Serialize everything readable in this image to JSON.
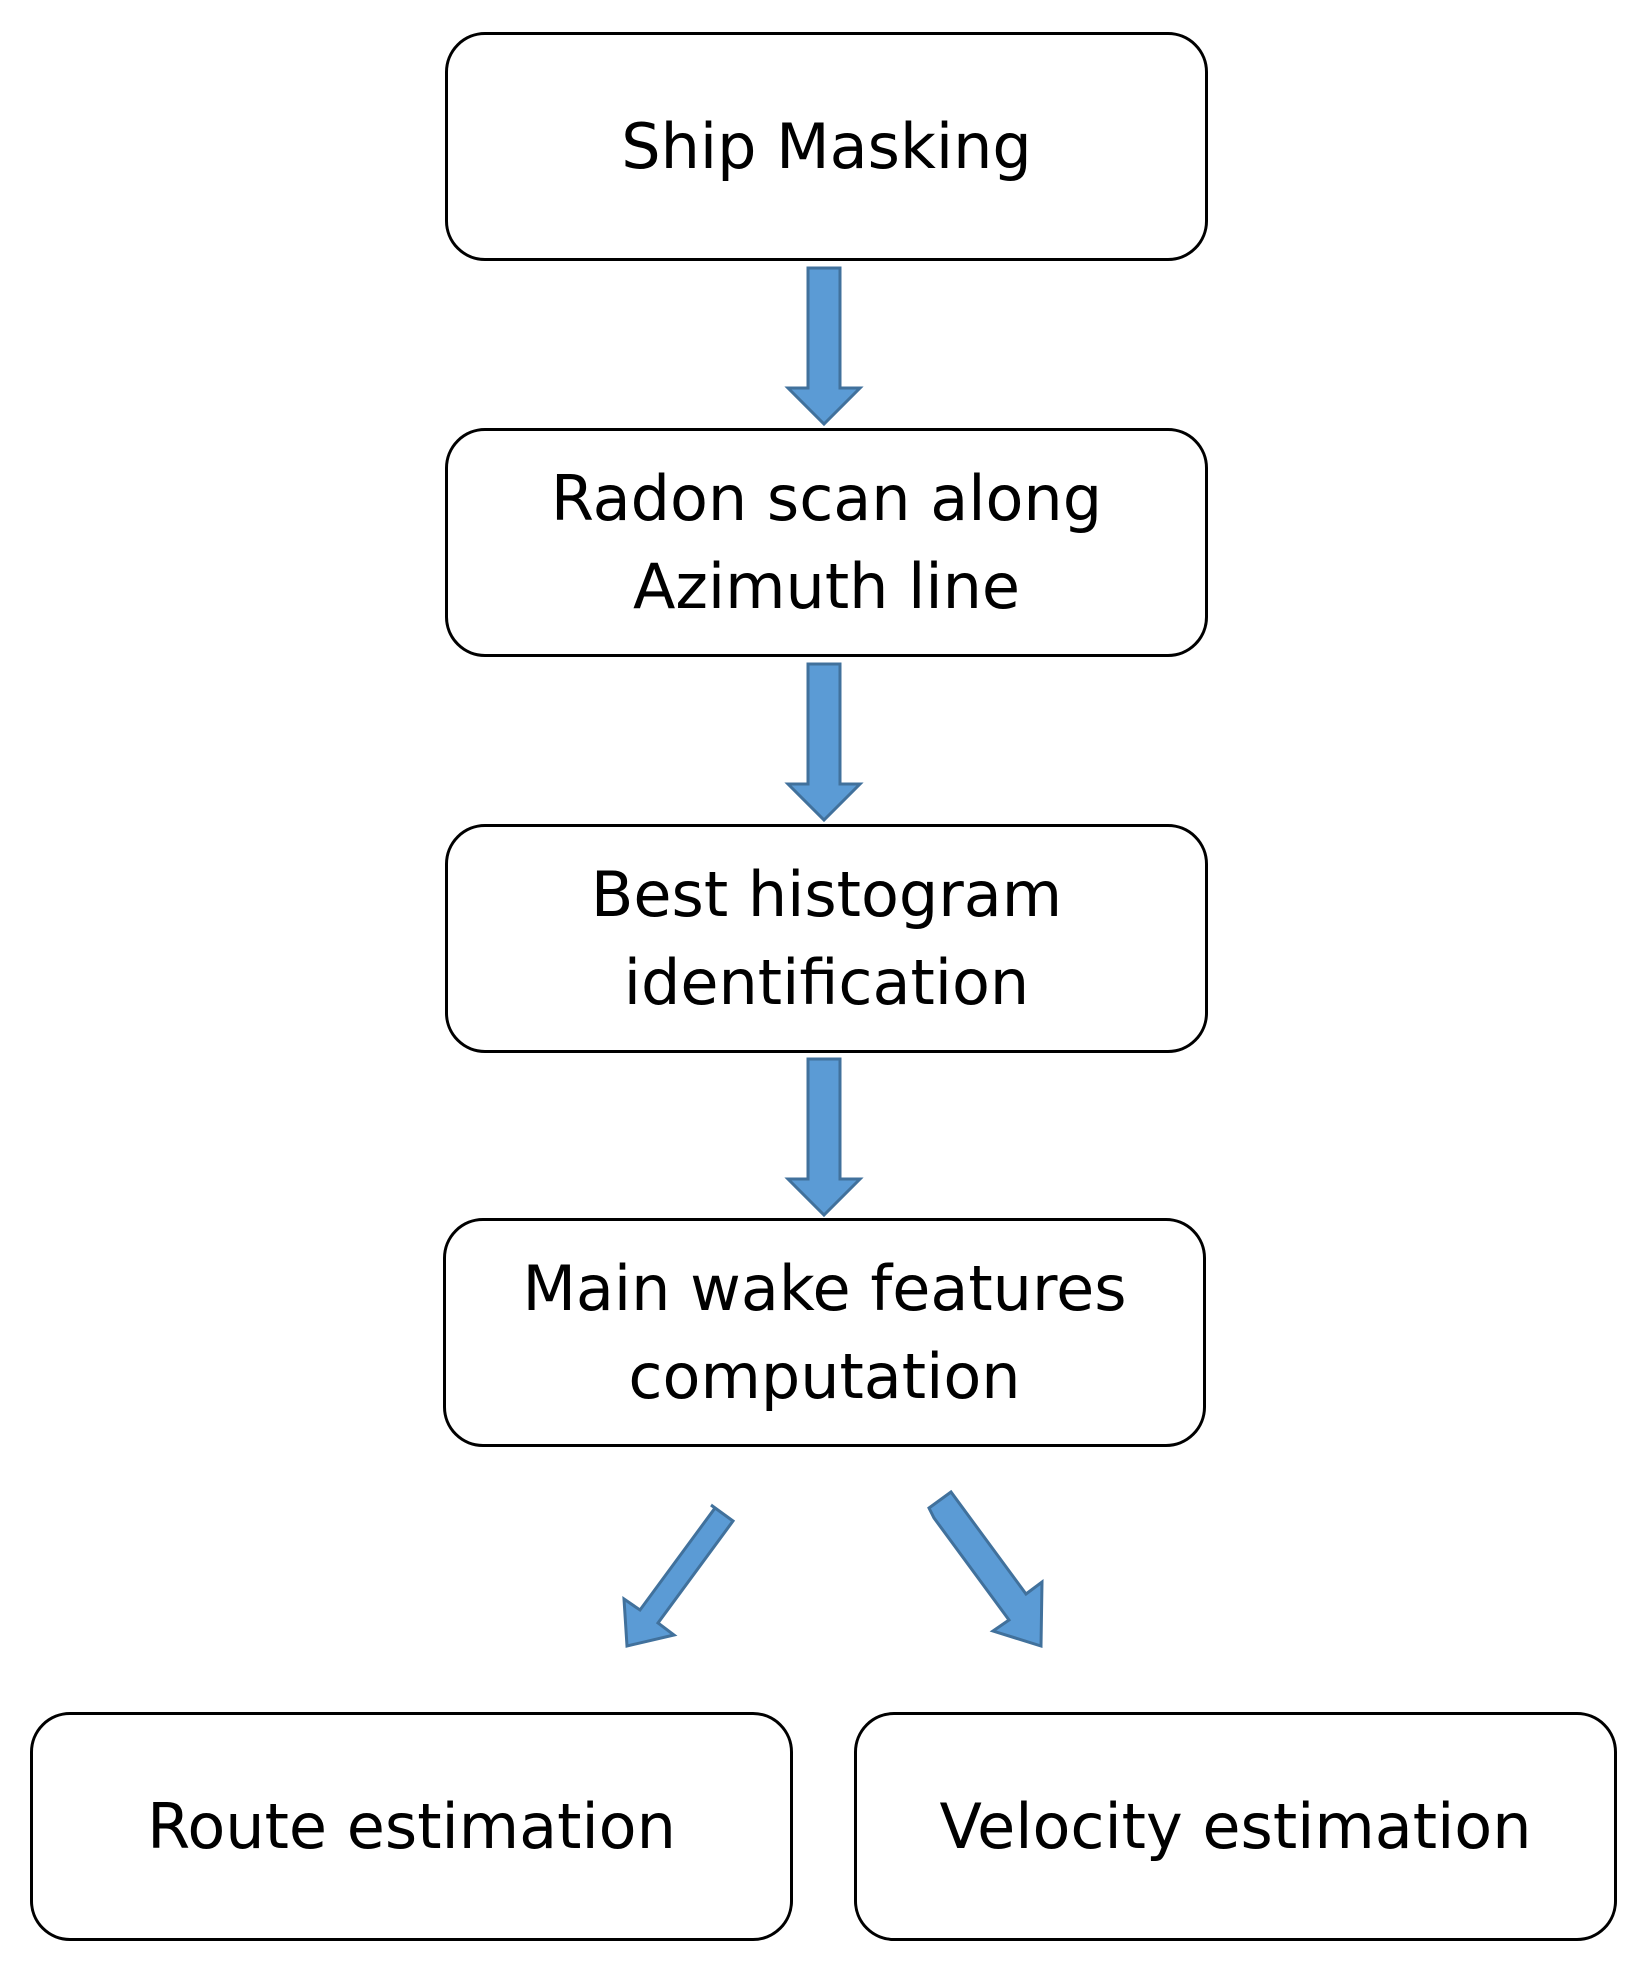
{
  "diagram": {
    "colors": {
      "arrow_fill": "#5b9bd5",
      "arrow_stroke": "#41719c",
      "box_border": "#000000"
    },
    "nodes": [
      {
        "id": "ship-masking",
        "lines": [
          "Ship Masking"
        ]
      },
      {
        "id": "radon-scan",
        "lines": [
          "Radon scan along",
          "Azimuth line"
        ]
      },
      {
        "id": "best-histogram",
        "lines": [
          "Best histogram",
          "identification"
        ]
      },
      {
        "id": "main-wake",
        "lines": [
          "Main wake features",
          "computation"
        ]
      },
      {
        "id": "route-estimation",
        "lines": [
          "Route estimation"
        ]
      },
      {
        "id": "velocity-estimation",
        "lines": [
          "Velocity estimation"
        ]
      }
    ],
    "edges": [
      {
        "from": "ship-masking",
        "to": "radon-scan"
      },
      {
        "from": "radon-scan",
        "to": "best-histogram"
      },
      {
        "from": "best-histogram",
        "to": "main-wake"
      },
      {
        "from": "main-wake",
        "to": "route-estimation"
      },
      {
        "from": "main-wake",
        "to": "velocity-estimation"
      }
    ]
  }
}
